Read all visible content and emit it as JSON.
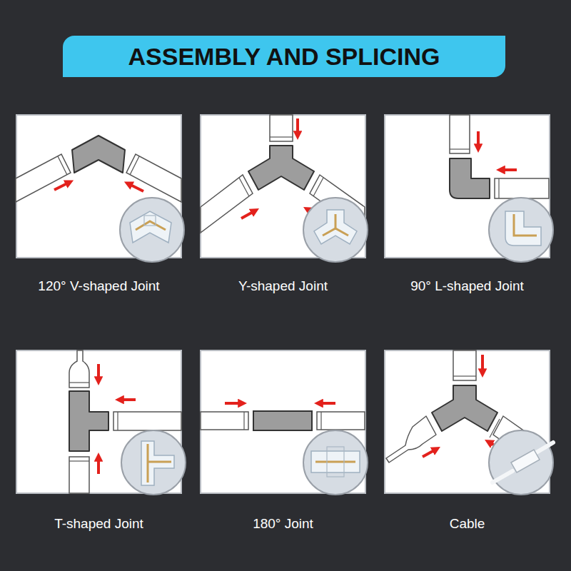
{
  "diagram": {
    "title": "ASSEMBLY AND SPLICING",
    "nodes": [
      {
        "text": [
          "120° V-shaped Joint"
        ]
      },
      {
        "text": [
          "Y-shaped Joint"
        ]
      },
      {
        "text": [
          "90° L-shaped Joint"
        ]
      },
      {
        "text": [
          "T-shaped Joint"
        ]
      },
      {
        "text": [
          "180° Joint"
        ]
      },
      {
        "text": [
          "Cable"
        ]
      }
    ]
  }
}
